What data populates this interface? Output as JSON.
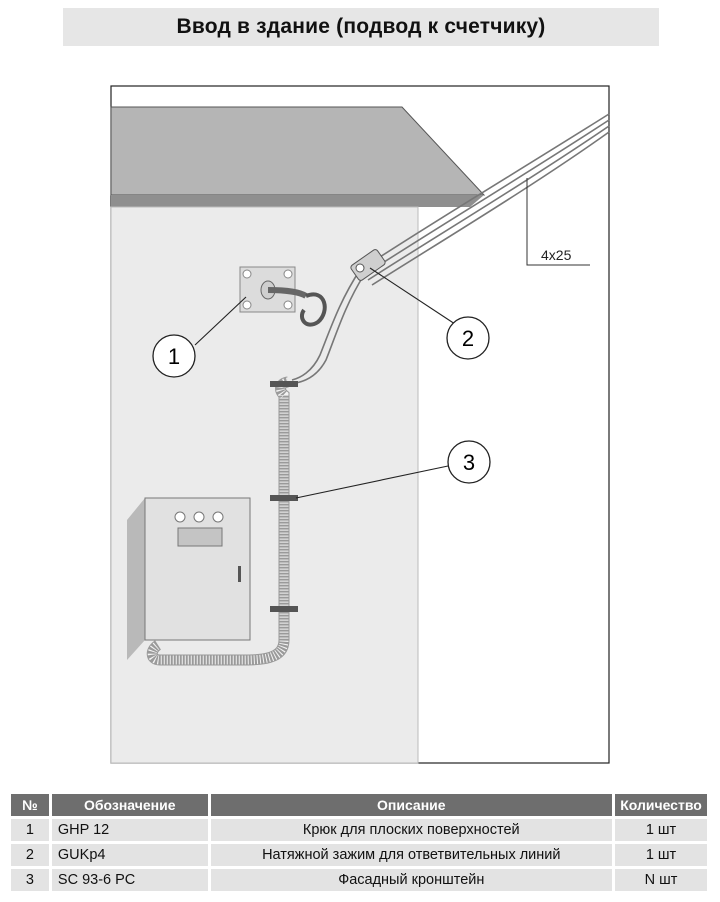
{
  "title": "Ввод в здание (подвод к счетчику)",
  "diagram": {
    "callouts": [
      "1",
      "2",
      "3"
    ],
    "cable_label": "4x25"
  },
  "table": {
    "headers": [
      "№",
      "Обозначение",
      "Описание",
      "Количество"
    ],
    "rows": [
      {
        "num": "1",
        "code": "GHP 12",
        "desc": "Крюк для плоских поверхностей",
        "qty": "1 шт"
      },
      {
        "num": "2",
        "code": "GUKp4",
        "desc": "Натяжной зажим для ответвительных линий",
        "qty": "1 шт"
      },
      {
        "num": "3",
        "code": "SC 93-6 PC",
        "desc": "Фасадный кронштейн",
        "qty": "N шт"
      }
    ]
  }
}
